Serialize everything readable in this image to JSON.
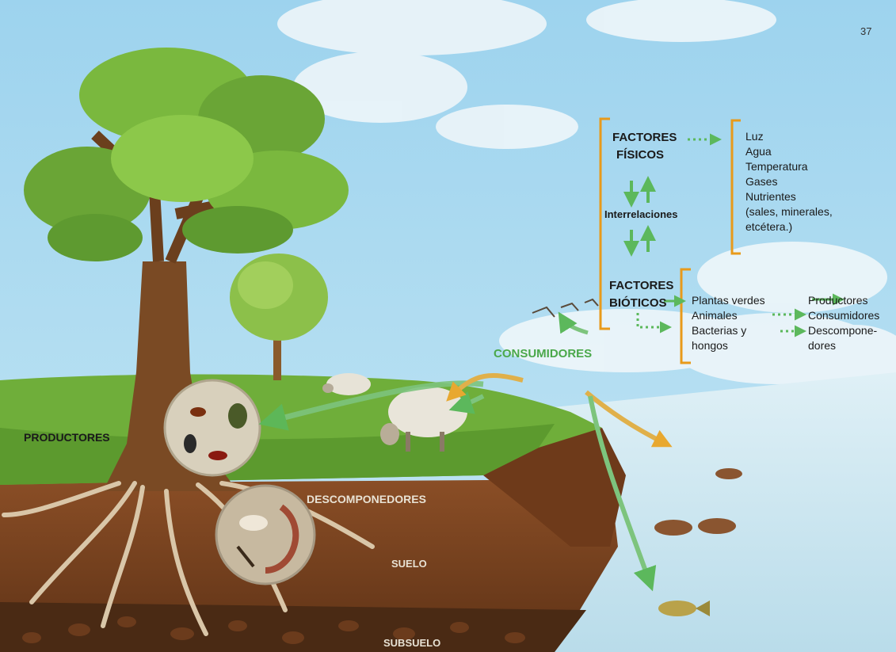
{
  "page_number": "37",
  "colors": {
    "sky": "#a9d8ef",
    "grass": "#6fae3a",
    "soil": "#7a4420",
    "subsoil": "#4a2a14",
    "water": "#cfe7ef",
    "bracket": "#e89a1a",
    "arrow_green": "#5cb85c",
    "arrow_orange": "#e8a830"
  },
  "diagram": {
    "factores_fisicos": [
      "FACTORES",
      "FÍSICOS"
    ],
    "interrelaciones": "Interrelaciones",
    "factores_bioticos": [
      "FACTORES",
      "BIÓTICOS"
    ],
    "physical_list": [
      "Luz",
      "Agua",
      "Temperatura",
      "Gases",
      "Nutrientes",
      "(sales, minerales,",
      "etcétera.)"
    ],
    "biotic_left": [
      "Plantas verdes",
      "Animales",
      "Bacterias y",
      "hongos"
    ],
    "biotic_right": [
      "Productores",
      "Consumidores",
      "Descompone-",
      "dores"
    ]
  },
  "scene_labels": {
    "consumidores": "CONSUMIDORES",
    "productores": "PRODUCTORES",
    "descomponedores": "DESCOMPONEDORES",
    "suelo": "SUELO",
    "subsuelo": "SUBSUELO"
  }
}
